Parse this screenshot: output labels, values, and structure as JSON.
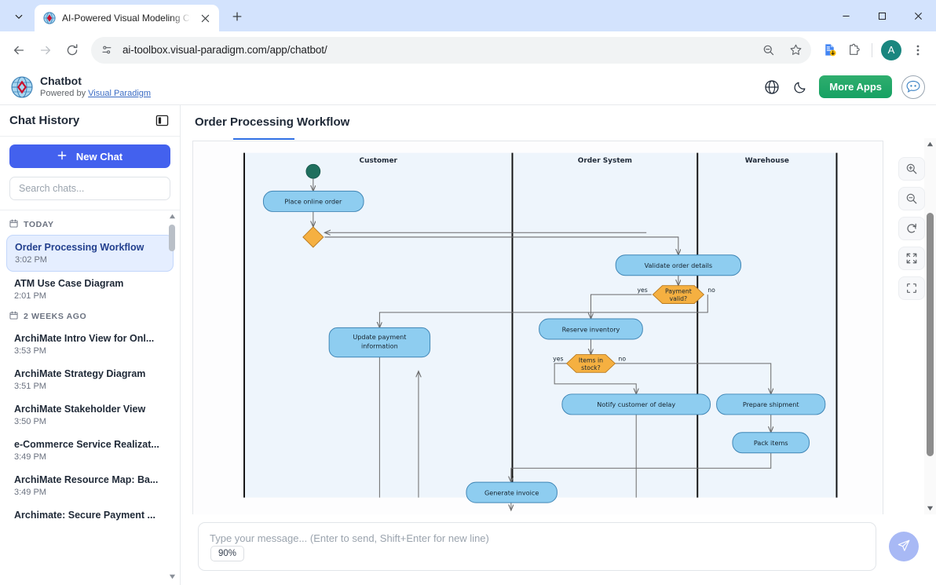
{
  "browser": {
    "tab": {
      "title": "AI-Powered Visual Modeling Ch",
      "favicon": "visual-paradigm-globe-icon"
    },
    "tab_list_icon": "chevron-down-icon",
    "new_tab_icon": "plus-icon",
    "window": {
      "minimize": "minimize-icon",
      "maximize": "maximize-icon",
      "close": "close-icon"
    },
    "nav": {
      "back": "back-arrow-icon",
      "forward": "forward-arrow-icon",
      "reload": "reload-icon"
    },
    "omnibox": {
      "site_info_icon": "site-settings-icon",
      "url": "ai-toolbox.visual-paradigm.com/app/chatbot/",
      "zoom_icon": "zoom-out-icon",
      "bookmark_icon": "star-icon"
    },
    "actions": {
      "downloads_icon": "document-download-icon",
      "extensions_icon": "extensions-puzzle-icon",
      "profile_initial": "A",
      "menu_icon": "three-dot-menu-icon"
    }
  },
  "site_header": {
    "logo": "visual-paradigm-logo-icon",
    "name": "Chatbot",
    "powered_prefix": "Powered by ",
    "powered_link": "Visual Paradigm",
    "language_icon": "globe-icon",
    "theme_icon": "moon-icon",
    "more_apps_label": "More Apps",
    "chat_widget_icon": "chat-bubble-icon"
  },
  "sidebar": {
    "title": "Chat History",
    "collapse_icon": "panel-collapse-icon",
    "new_chat": {
      "label": "New Chat",
      "icon": "plus-icon"
    },
    "search_placeholder": "Search chats...",
    "groups": [
      {
        "label": "TODAY",
        "icon": "calendar-icon",
        "items": [
          {
            "title": "Order Processing Workflow",
            "time": "3:02 PM",
            "active": true
          },
          {
            "title": "ATM Use Case Diagram",
            "time": "2:01 PM",
            "active": false
          }
        ]
      },
      {
        "label": "2 WEEKS AGO",
        "icon": "calendar-icon",
        "items": [
          {
            "title": "ArchiMate Intro View for Onl...",
            "time": "3:53 PM",
            "active": false
          },
          {
            "title": "ArchiMate Strategy Diagram",
            "time": "3:51 PM",
            "active": false
          },
          {
            "title": "ArchiMate Stakeholder View",
            "time": "3:50 PM",
            "active": false
          },
          {
            "title": "e-Commerce Service Realizat...",
            "time": "3:49 PM",
            "active": false
          },
          {
            "title": "ArchiMate Resource Map: Ba...",
            "time": "3:49 PM",
            "active": false
          },
          {
            "title": "Archimate: Secure Payment ...",
            "time": "",
            "active": false
          }
        ]
      }
    ],
    "scroll_up_icon": "scroll-up-arrow-icon",
    "scroll_down_icon": "scroll-down-arrow-icon"
  },
  "main": {
    "title": "Order Processing Workflow",
    "zoom_level": "90%",
    "tools": [
      {
        "name": "zoom-in-button",
        "icon": "magnifier-plus-icon"
      },
      {
        "name": "zoom-out-button",
        "icon": "magnifier-minus-icon"
      },
      {
        "name": "reset-view-button",
        "icon": "rotate-ccw-icon"
      },
      {
        "name": "fit-screen-button",
        "icon": "expand-arrows-icon"
      },
      {
        "name": "fullscreen-button",
        "icon": "fullscreen-corners-icon"
      }
    ],
    "scroll_up_icon": "scroll-up-arrow-icon",
    "scroll_down_icon": "scroll-down-arrow-icon"
  },
  "composer": {
    "placeholder": "Type your message... (Enter to send, Shift+Enter for new line)",
    "value": "",
    "send_icon": "send-paper-plane-icon"
  },
  "diagram": {
    "type": "uml-activity-swimlane",
    "colors": {
      "lane_fill": "#eef5fc",
      "action_fill": "#8ecdf0",
      "action_stroke": "#3f85b5",
      "decision_fill": "#f5b041",
      "decision_stroke": "#b9791f",
      "start_fill": "#1f6f5e",
      "edge": "#6b6b6b",
      "lane_border": "#111111"
    },
    "lanes": [
      {
        "name": "Customer"
      },
      {
        "name": "Order System"
      },
      {
        "name": "Warehouse"
      }
    ],
    "nodes": [
      {
        "id": "start",
        "kind": "initial",
        "lane": "Customer",
        "label": ""
      },
      {
        "id": "place",
        "kind": "action",
        "lane": "Customer",
        "label": "Place online order"
      },
      {
        "id": "merge",
        "kind": "merge",
        "lane": "Customer",
        "label": ""
      },
      {
        "id": "update",
        "kind": "action",
        "lane": "Customer",
        "label": "Update payment\ninformation"
      },
      {
        "id": "validate",
        "kind": "action",
        "lane": "Order System",
        "label": "Validate order details"
      },
      {
        "id": "payvalid",
        "kind": "decision",
        "lane": "Order System",
        "label": "Payment\nvalid?"
      },
      {
        "id": "reserve",
        "kind": "action",
        "lane": "Order System",
        "label": "Reserve inventory"
      },
      {
        "id": "instock",
        "kind": "decision",
        "lane": "Order System",
        "label": "Items in\nstock?"
      },
      {
        "id": "notify",
        "kind": "action",
        "lane": "Order System",
        "label": "Notify customer of delay"
      },
      {
        "id": "invoice",
        "kind": "action",
        "lane": "Order System",
        "label": "Generate invoice"
      },
      {
        "id": "prepare",
        "kind": "action",
        "lane": "Warehouse",
        "label": "Prepare shipment"
      },
      {
        "id": "pack",
        "kind": "action",
        "lane": "Warehouse",
        "label": "Pack items"
      }
    ],
    "edge_labels": [
      {
        "edge": "payvalid-yes",
        "text": "yes"
      },
      {
        "edge": "payvalid-no",
        "text": "no"
      },
      {
        "edge": "instock-yes",
        "text": "yes"
      },
      {
        "edge": "instock-no",
        "text": "no"
      }
    ]
  }
}
